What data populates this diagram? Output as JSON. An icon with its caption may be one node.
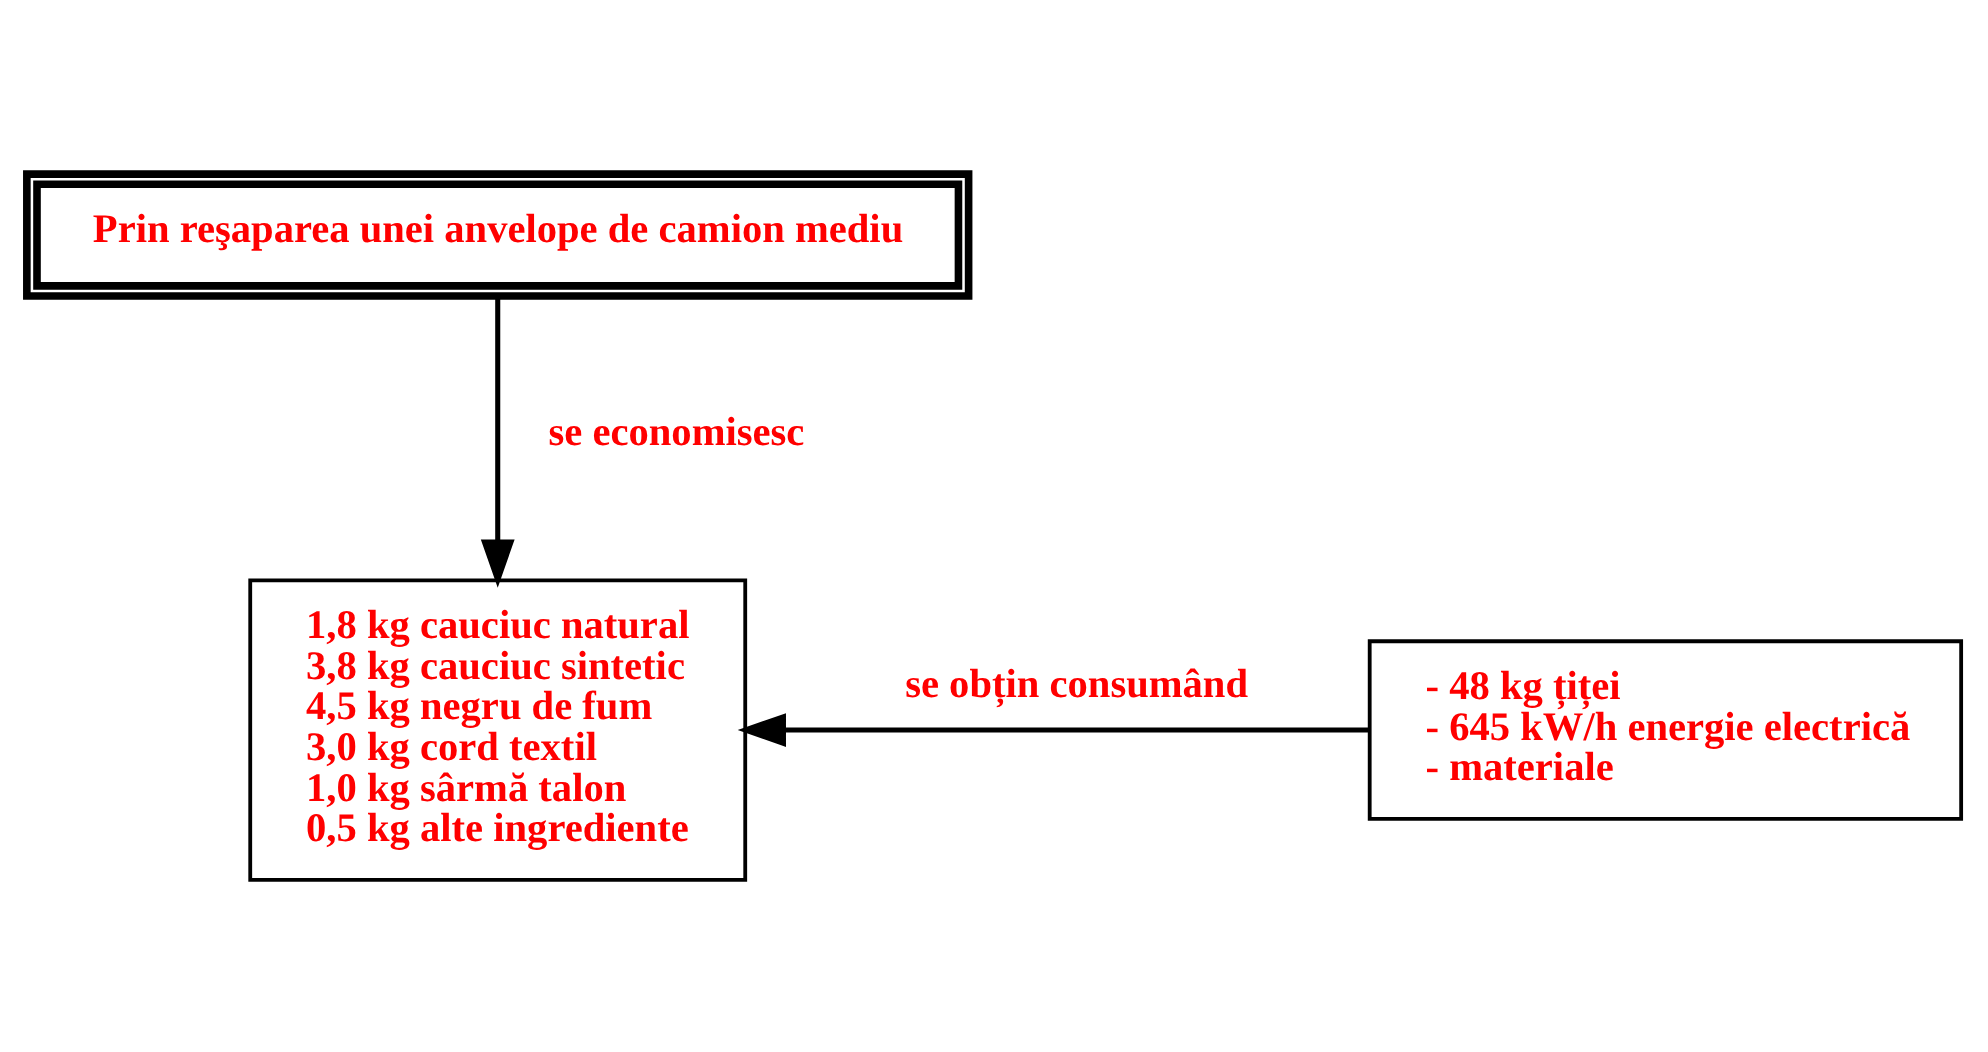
{
  "diagram": {
    "nodes": [
      {
        "text": [
          "Prin reşaparea unei anvelope de camion mediu"
        ]
      },
      {
        "text": [
          "1,8 kg cauciuc natural",
          "3,8 kg cauciuc sintetic",
          "4,5 kg negru de fum",
          "3,0 kg cord textil",
          "1,0 kg sârmă talon",
          "0,5 kg alte ingrediente"
        ]
      },
      {
        "text": [
          "- 48 kg țiței",
          "- 645 kW/h energie electrică",
          "- materiale"
        ]
      }
    ],
    "edges": [
      {
        "from": 0,
        "to": 1,
        "arrow": "to",
        "label": "se economisesc"
      },
      {
        "from": 2,
        "to": 1,
        "arrow": "to",
        "label": "se obțin consumând"
      }
    ]
  }
}
